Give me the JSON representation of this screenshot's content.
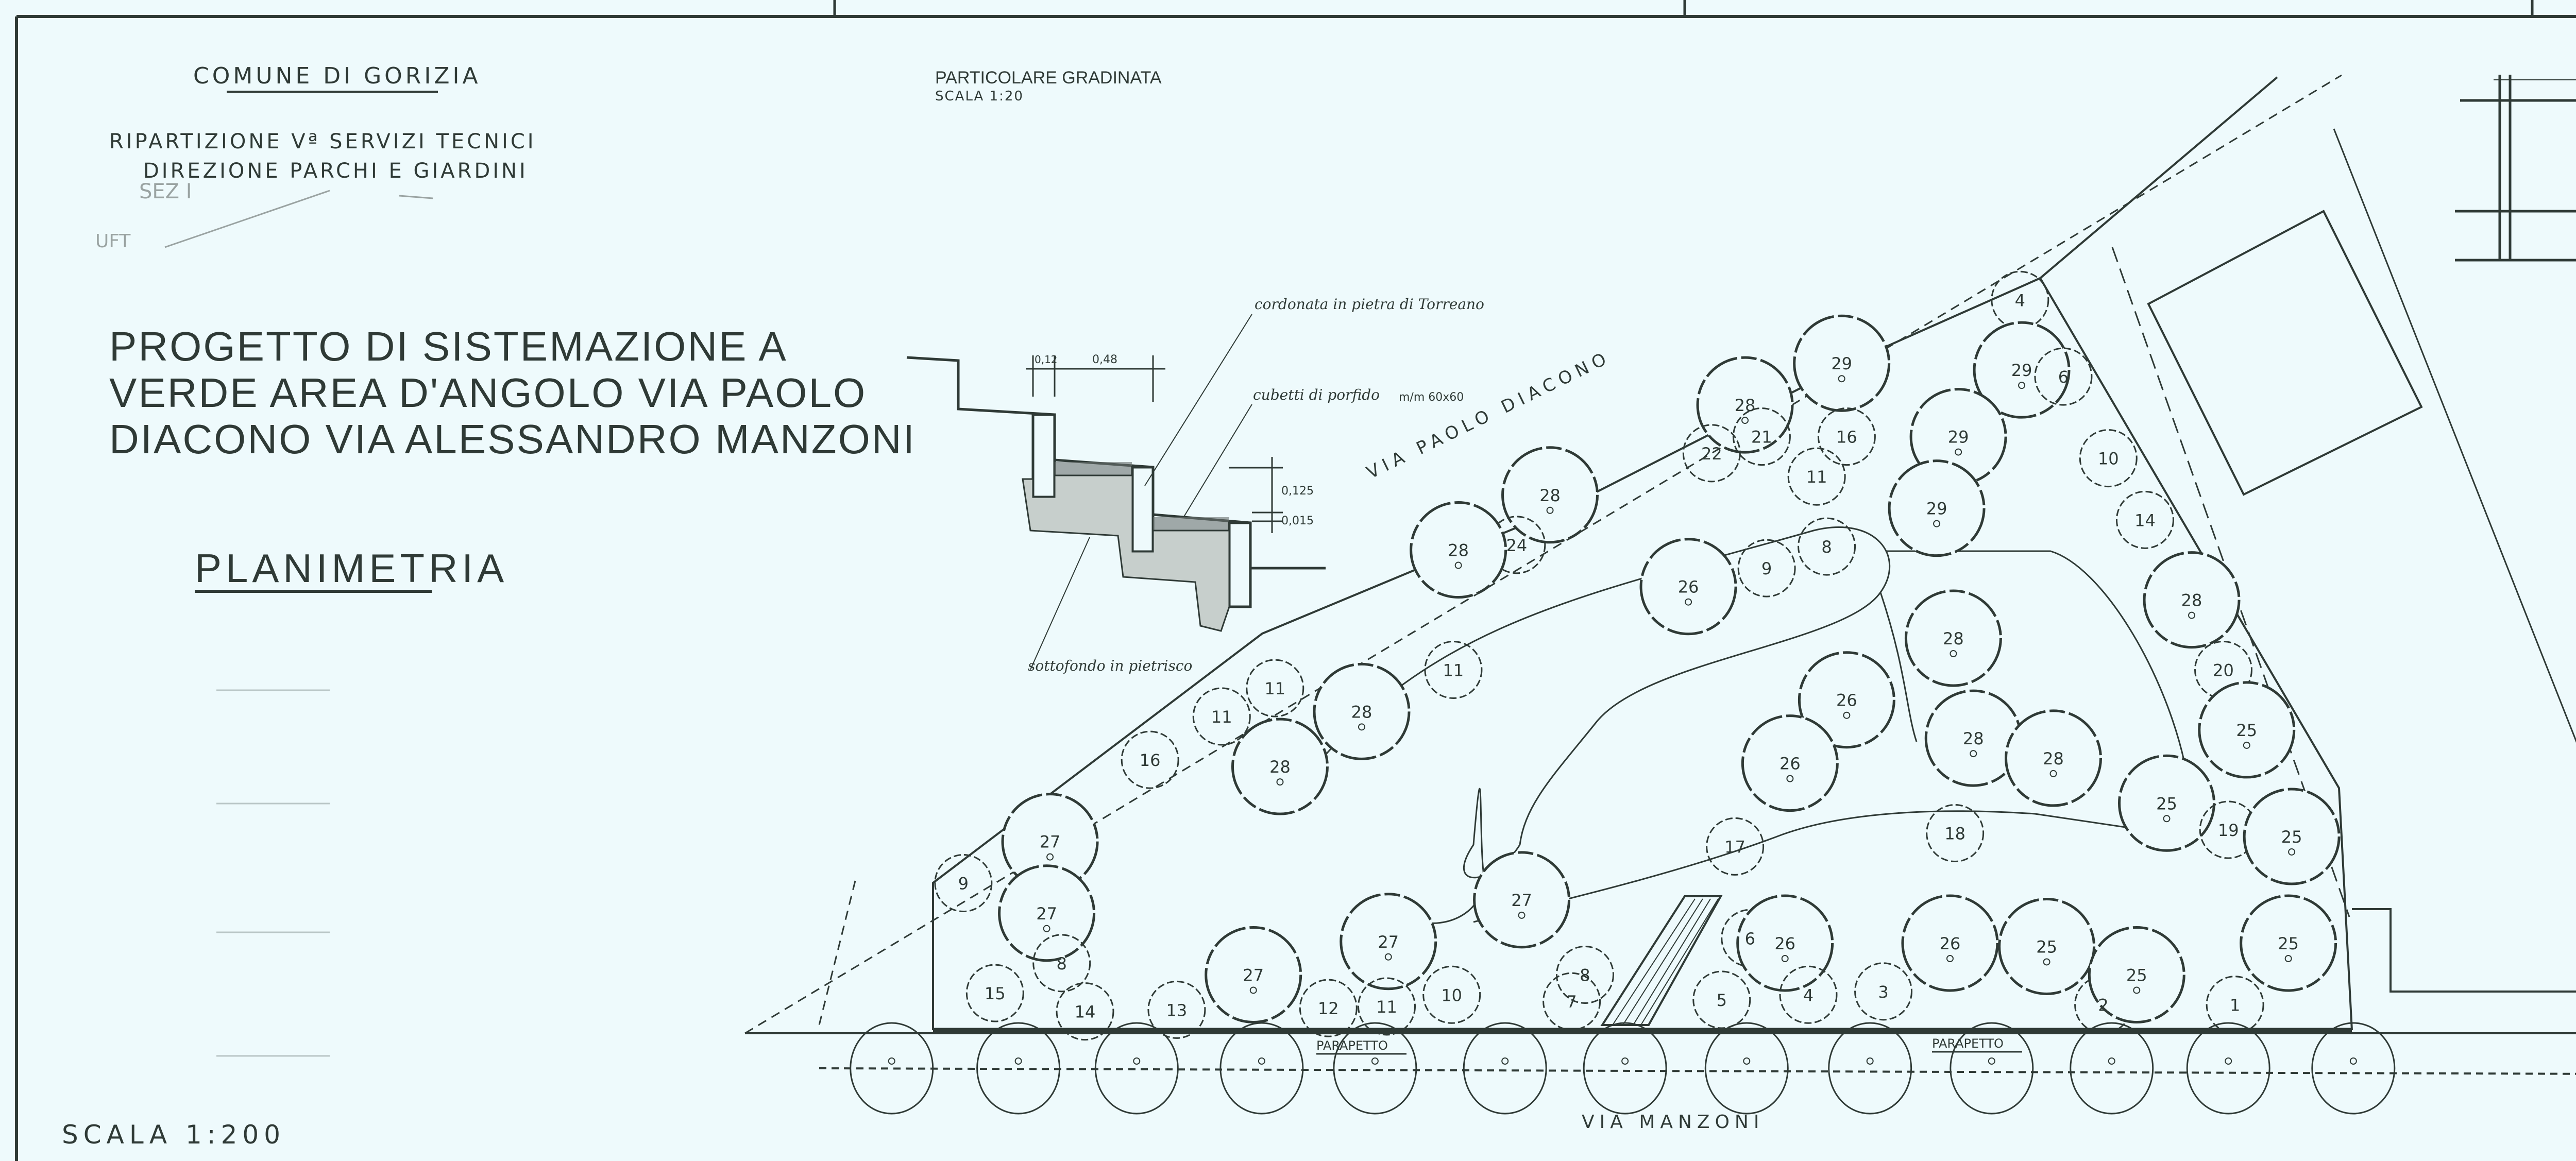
{
  "header": {
    "municipality": "COMUNE DI GORIZIA",
    "department": "RIPARTIZIONE Vª SERVIZI TECNICI",
    "division": "DIREZIONE PARCHI E GIARDINI",
    "pencil_notes": [
      "SEZ I",
      "UFT"
    ]
  },
  "title": {
    "lines": [
      "PROGETTO DI SISTEMAZIONE A",
      "VERDE AREA D'ANGOLO VIA PAOLO",
      "DIACONO VIA ALESSANDRO MANZONI"
    ],
    "subtitle": "PLANIMETRIA",
    "scale": "SCALA 1:200"
  },
  "detail": {
    "title": "PARTICOLARE GRADINATA",
    "scale": "SCALA 1:20",
    "dim_riser": "0,12",
    "dim_tread": "0,48",
    "dim_height": "0,125",
    "dim_joint": "0,015",
    "note_curb": "cordonata in pietra di Torreano",
    "note_paving": "cubetti di porfido",
    "note_paving_size": "m/m 60x60",
    "note_base": "sottofondo in pietrisco"
  },
  "plan": {
    "street_top": "VIA PAOLO DIACONO",
    "street_bottom": "VIA MANZONI",
    "parapet_labels": [
      "PARAPETTO",
      "PARAPETTO"
    ],
    "plants": [
      "29",
      "28",
      "21",
      "16",
      "22",
      "11",
      "4",
      "29",
      "6",
      "29",
      "29",
      "10",
      "14",
      "28",
      "20",
      "25",
      "28",
      "26",
      "28",
      "28",
      "26",
      "25",
      "19",
      "25",
      "18",
      "17",
      "28",
      "24",
      "28",
      "8",
      "9",
      "26",
      "11",
      "11",
      "28",
      "28",
      "11",
      "16",
      "27",
      "27",
      "9",
      "27",
      "27",
      "8",
      "15",
      "14",
      "13",
      "27",
      "12",
      "11",
      "10",
      "8",
      "7",
      "6",
      "26",
      "5",
      "4",
      "3",
      "26",
      "25",
      "2",
      "25",
      "1",
      "25"
    ]
  }
}
